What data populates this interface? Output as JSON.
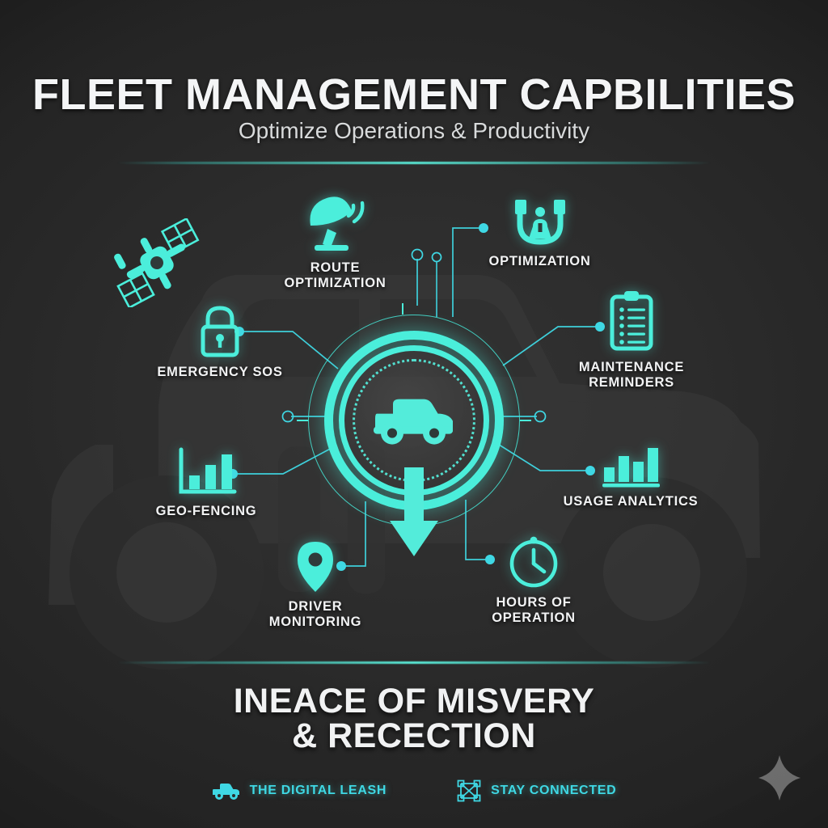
{
  "header": {
    "title": "FLEET MANAGEMENT CAPBILITIES",
    "subtitle": "Optimize Operations & Productivity"
  },
  "center_hub": {
    "icon": "pickup-truck-icon",
    "arrow_icon": "arrow-down-icon"
  },
  "capabilities": [
    {
      "label": "ROUTE\nOPTIMIZATION",
      "icon": "satellite-dish-icon",
      "slug": "route-optimization"
    },
    {
      "label": "OPTIMIZATION",
      "icon": "alert-bracket-icon",
      "slug": "optimization"
    },
    {
      "label": "MAINTENANCE\nREMINDERS",
      "icon": "clipboard-checklist-icon",
      "slug": "maintenance-reminders"
    },
    {
      "label": "USAGE ANALYTICS",
      "icon": "bar-chart-icon",
      "slug": "usage-analytics"
    },
    {
      "label": "HOURS OF\nOPERATION",
      "icon": "clock-icon",
      "slug": "hours-of-operation"
    },
    {
      "label": "DRIVER\nMONITORING",
      "icon": "map-pin-icon",
      "slug": "driver-monitoring"
    },
    {
      "label": "GEO-FENCING",
      "icon": "bar-chart-axis-icon",
      "slug": "geo-fencing"
    },
    {
      "label": "EMERGENCY SOS",
      "icon": "padlock-icon",
      "slug": "emergency-sos"
    }
  ],
  "decorations": [
    {
      "name": "satellite-icon"
    },
    {
      "name": "sparkle-icon"
    },
    {
      "name": "vehicle-silhouette-watermark"
    }
  ],
  "footer_headline": {
    "line1": "INEACE OF MISVERY",
    "line2": "& RECECTION"
  },
  "footer_badges": [
    {
      "label": "THE DIGITAL LEASH",
      "icon": "pickup-truck-icon",
      "slug": "the-digital-leash"
    },
    {
      "label": "STAY CONNECTED",
      "icon": "network-nodes-icon",
      "slug": "stay-connected"
    }
  ],
  "colors": {
    "accent": "#4beedb",
    "accent_footer": "#3fd8e4",
    "background": "#2c2c2c",
    "text": "#f2f3f4"
  }
}
